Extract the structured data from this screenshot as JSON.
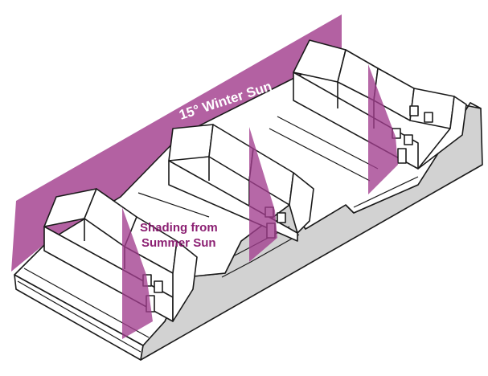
{
  "labels": {
    "winter_sun": "15° Winter Sun",
    "summer_sun_line1": "Shading from",
    "summer_sun_line2": "Summer Sun"
  },
  "colors": {
    "shade": "#a23e8e",
    "winter_label": "#ffffff",
    "summer_label": "#8b1f72",
    "ink": "#1a1a1a",
    "ground_side": "#d2d2d2",
    "roof": "#ffffff"
  }
}
